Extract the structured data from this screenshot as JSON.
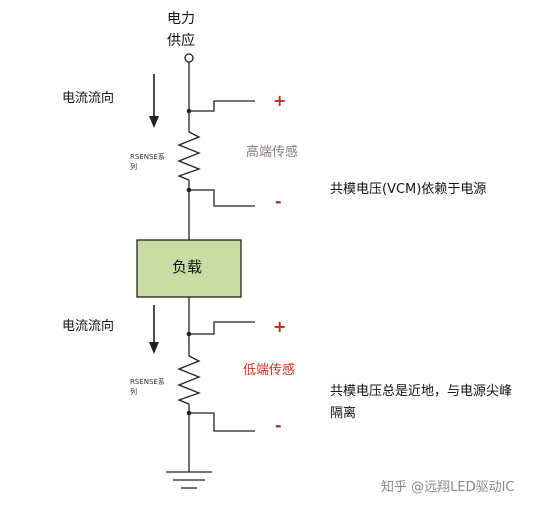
{
  "labels": {
    "power_supply": "电力供应",
    "current_direction_top": "电流流向",
    "current_direction_bottom": "电流流向",
    "rsense_top": "RSENSE系列",
    "rsense_bottom": "RSENSE系列",
    "plus_top": "+",
    "minus_top": "-",
    "plus_bottom": "+",
    "minus_bottom": "-",
    "high_side": "高端传感",
    "low_side": "低端传感",
    "load": "负载",
    "note_high": "共模电压(VCM)依赖于电源",
    "note_low": "共模电压总是近地，与电源尖峰隔离"
  },
  "watermark": "知乎 @远翔LED驱动IC",
  "colors": {
    "wire": "#222222",
    "load_fill": "#cadca3",
    "high_side_text": "#8a7a7a",
    "low_side_text": "#e02b1e",
    "sign": "#c2281f"
  }
}
